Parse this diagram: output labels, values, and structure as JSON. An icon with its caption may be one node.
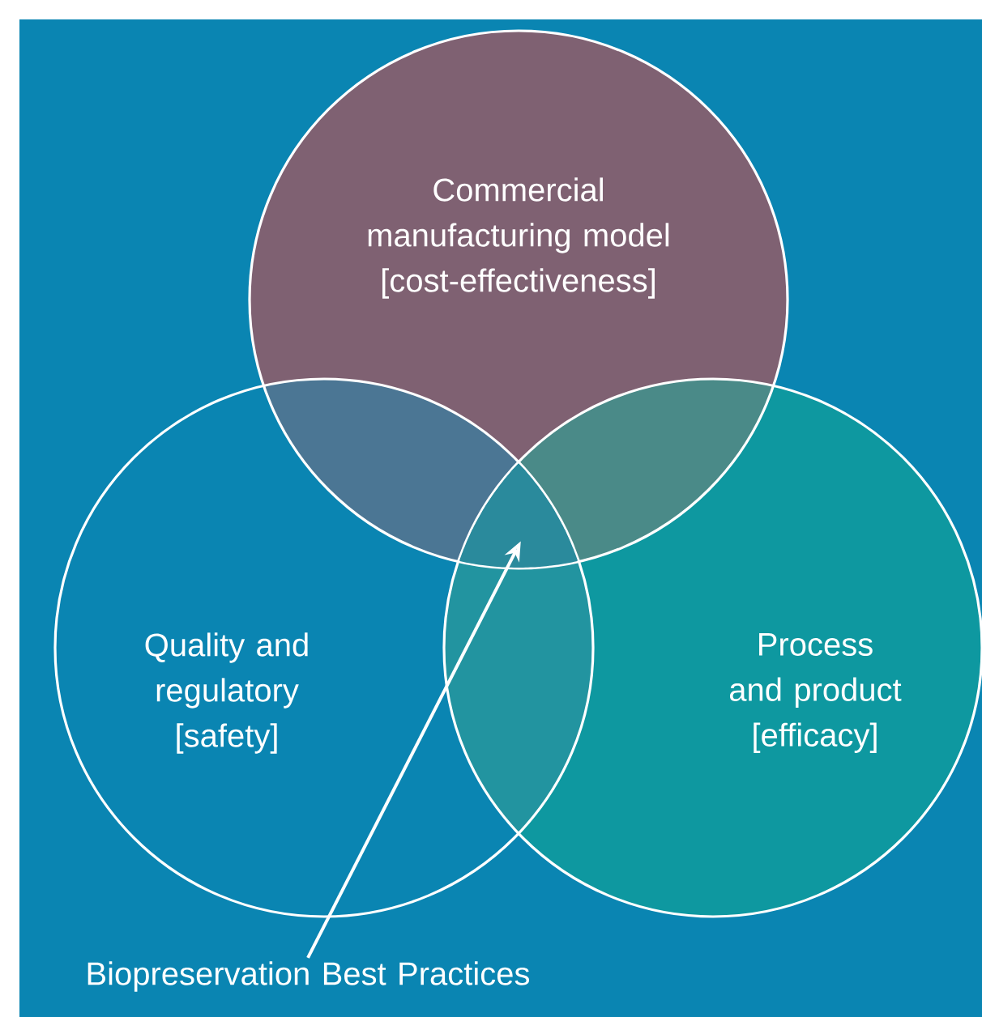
{
  "diagram": {
    "nodes": [
      {
        "text": [
          "Commercial manufacturing model [cost-effectiveness]"
        ]
      },
      {
        "text": [
          "Quality and regulatory [safety]"
        ]
      },
      {
        "text": [
          "Process and product [efficacy]"
        ]
      },
      {
        "text": [
          "Biopreservation Best Practices"
        ]
      },
      {
        "text": [],
        "shape": "region"
      }
    ],
    "edges": [
      {
        "from": 3,
        "to": 4,
        "arrow": "to"
      }
    ]
  }
}
